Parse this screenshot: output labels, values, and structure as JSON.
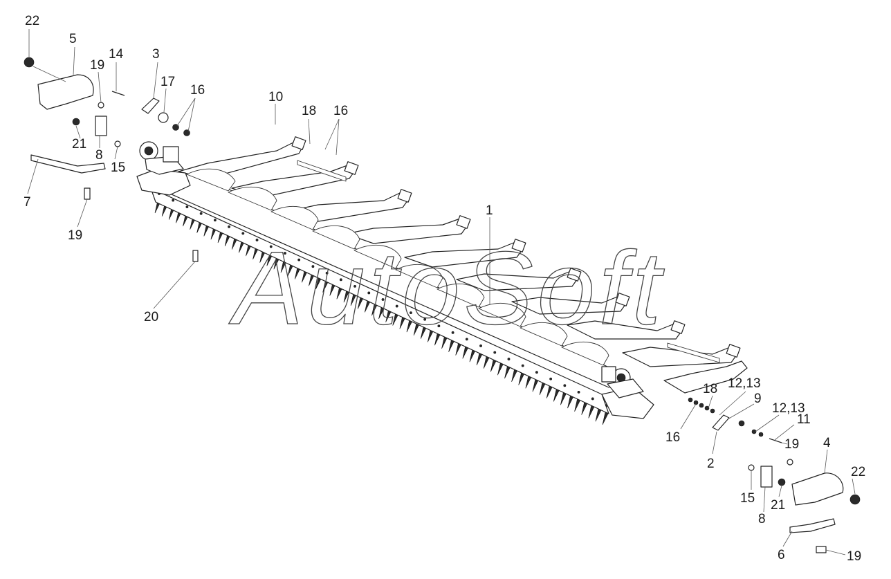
{
  "watermark": "AutoSoft",
  "callouts": [
    {
      "id": "c22a",
      "text": "22"
    },
    {
      "id": "c5",
      "text": "5"
    },
    {
      "id": "c14",
      "text": "14"
    },
    {
      "id": "c3",
      "text": "3"
    },
    {
      "id": "c19a",
      "text": "19"
    },
    {
      "id": "c17",
      "text": "17"
    },
    {
      "id": "c16a",
      "text": "16"
    },
    {
      "id": "c10",
      "text": "10"
    },
    {
      "id": "c18a",
      "text": "18"
    },
    {
      "id": "c16b",
      "text": "16"
    },
    {
      "id": "c21a",
      "text": "21"
    },
    {
      "id": "c8a",
      "text": "8"
    },
    {
      "id": "c15a",
      "text": "15"
    },
    {
      "id": "c7",
      "text": "7"
    },
    {
      "id": "c19b",
      "text": "19"
    },
    {
      "id": "c1",
      "text": "1"
    },
    {
      "id": "c20",
      "text": "20"
    },
    {
      "id": "c18b",
      "text": "18"
    },
    {
      "id": "c1213a",
      "text": "12,13"
    },
    {
      "id": "c9",
      "text": "9"
    },
    {
      "id": "c1213b",
      "text": "12,13"
    },
    {
      "id": "c11",
      "text": "11"
    },
    {
      "id": "c16c",
      "text": "16"
    },
    {
      "id": "c19c",
      "text": "19"
    },
    {
      "id": "c2",
      "text": "2"
    },
    {
      "id": "c4",
      "text": "4"
    },
    {
      "id": "c22b",
      "text": "22"
    },
    {
      "id": "c15b",
      "text": "15"
    },
    {
      "id": "c21b",
      "text": "21"
    },
    {
      "id": "c8b",
      "text": "8"
    },
    {
      "id": "c6",
      "text": "6"
    },
    {
      "id": "c19d",
      "text": "19"
    }
  ]
}
